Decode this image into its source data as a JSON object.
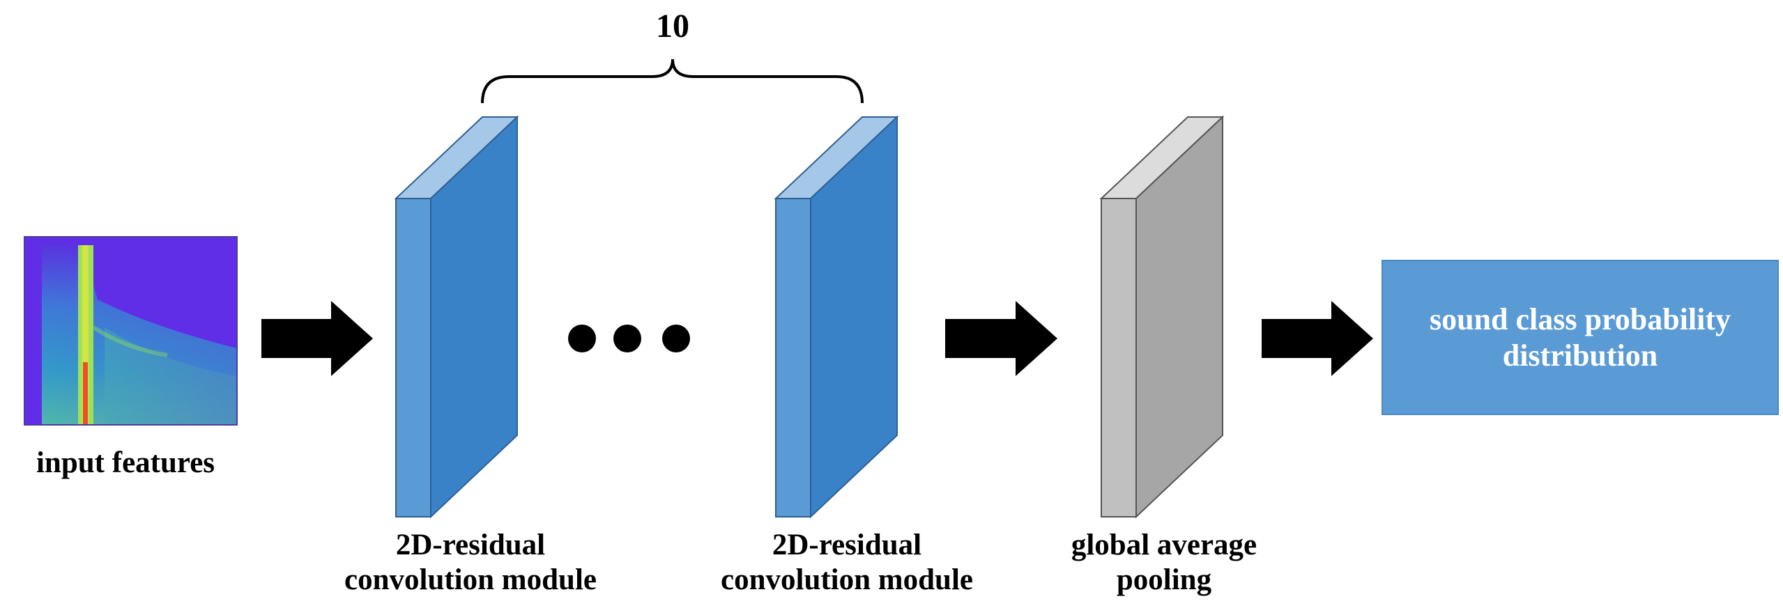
{
  "bracket": {
    "count_label": "10"
  },
  "input": {
    "label": "input features"
  },
  "modules": [
    {
      "line1": "2D-residual",
      "line2": "convolution module"
    },
    {
      "line1": "2D-residual",
      "line2": "convolution module"
    }
  ],
  "pooling": {
    "line1": "global average",
    "line2": "pooling"
  },
  "output": {
    "line1": "sound class probability",
    "line2": "distribution"
  },
  "colors": {
    "block_front": "#5b9bd5",
    "block_side": "#3a82c8",
    "block_top": "#a6c8e8",
    "pool_front": "#c0c0c0",
    "pool_side": "#a6a6a6",
    "pool_top": "#dcdcdc",
    "output_fill": "#5b9bd5",
    "arrow": "#000000"
  },
  "icons": [
    "spectrogram-image",
    "right-arrow-icon",
    "ellipsis-dots",
    "curly-brace"
  ]
}
